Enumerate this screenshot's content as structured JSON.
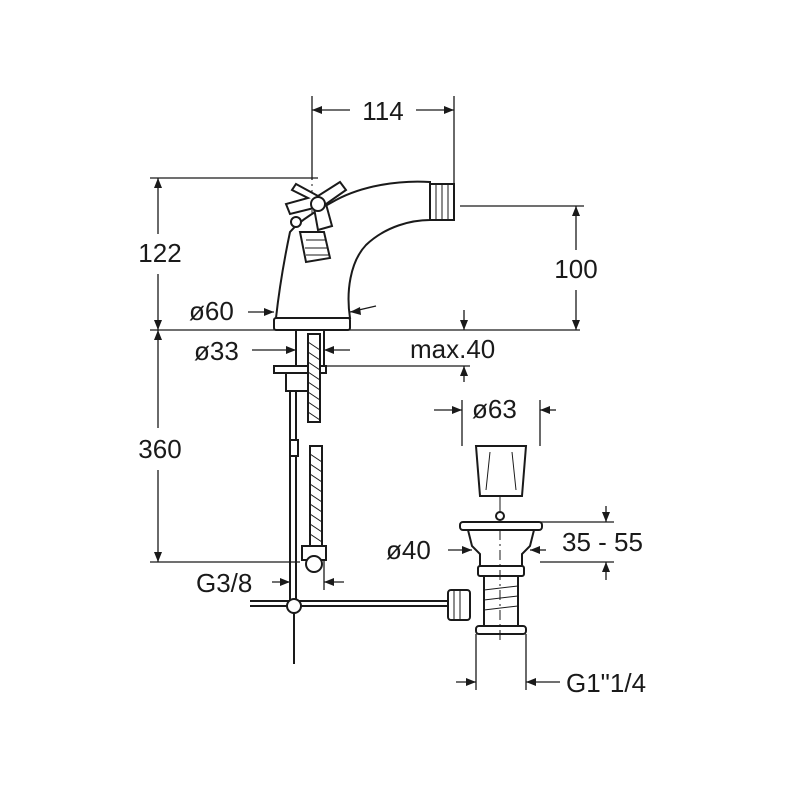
{
  "drawing": {
    "dimensions": {
      "width_top": "114",
      "height_spout": "122",
      "height_outlet": "100",
      "diameter_base": "ø60",
      "diameter_shank": "ø33",
      "max_deck": "max.40",
      "length_hoses": "360",
      "diameter_plug": "ø63",
      "diameter_waste": "ø40",
      "waste_range": "35 - 55",
      "connection_inlet": "G3/8",
      "connection_waste": "G1\"1/4"
    }
  }
}
